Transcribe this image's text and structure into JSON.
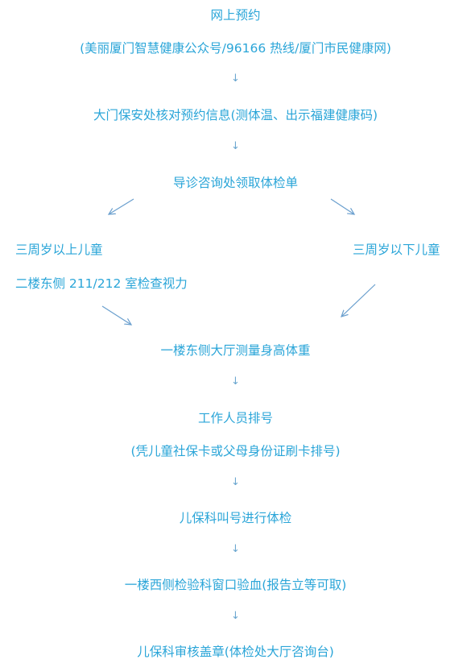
{
  "flow": {
    "step1_title": "网上预约",
    "step1_detail": "(美丽厦门智慧健康公众号/96166 热线/厦门市民健康网)",
    "step2": "大门保安处核对预约信息(测体温、出示福建健康码)",
    "step3": "导诊咨询处领取体检单",
    "left_branch_title": "三周岁以上儿童",
    "left_branch_detail": "二楼东侧 211/212 室检查视力",
    "right_branch_title": "三周岁以下儿童",
    "step4": "一楼东侧大厅测量身高体重",
    "step5_title": "工作人员排号",
    "step5_detail": "(凭儿童社保卡或父母身份证刷卡排号)",
    "step6": "儿保科叫号进行体检",
    "step7": "一楼西侧检验科窗口验血(报告立等可取)",
    "step8": "儿保科审核盖章(体检处大厅咨询台)"
  },
  "arrow_glyph": "↓",
  "colors": {
    "text": "#2aa5d8",
    "arrow": "#6aa6cf"
  }
}
